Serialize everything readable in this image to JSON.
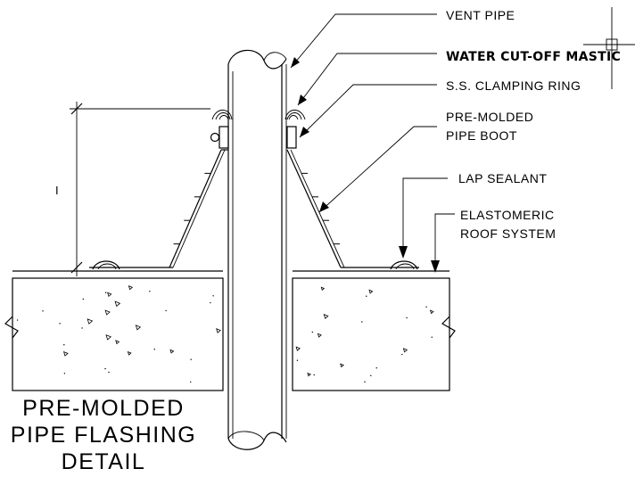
{
  "labels": {
    "vent_pipe": "VENT PIPE",
    "water_cutoff_mastic": "WATER CUT-OFF MASTIC",
    "clamping_ring": "S.S. CLAMPING RING",
    "pipe_boot_line1": "PRE-MOLDED",
    "pipe_boot_line2": "PIPE BOOT",
    "lap_sealant": "LAP SEALANT",
    "roof_system_line1": "ELASTOMERIC",
    "roof_system_line2": "ROOF SYSTEM"
  },
  "title": {
    "line1": "PRE-MOLDED",
    "line2": "PIPE FLASHING",
    "line3": "DETAIL"
  },
  "dimension": {
    "text": "I"
  }
}
